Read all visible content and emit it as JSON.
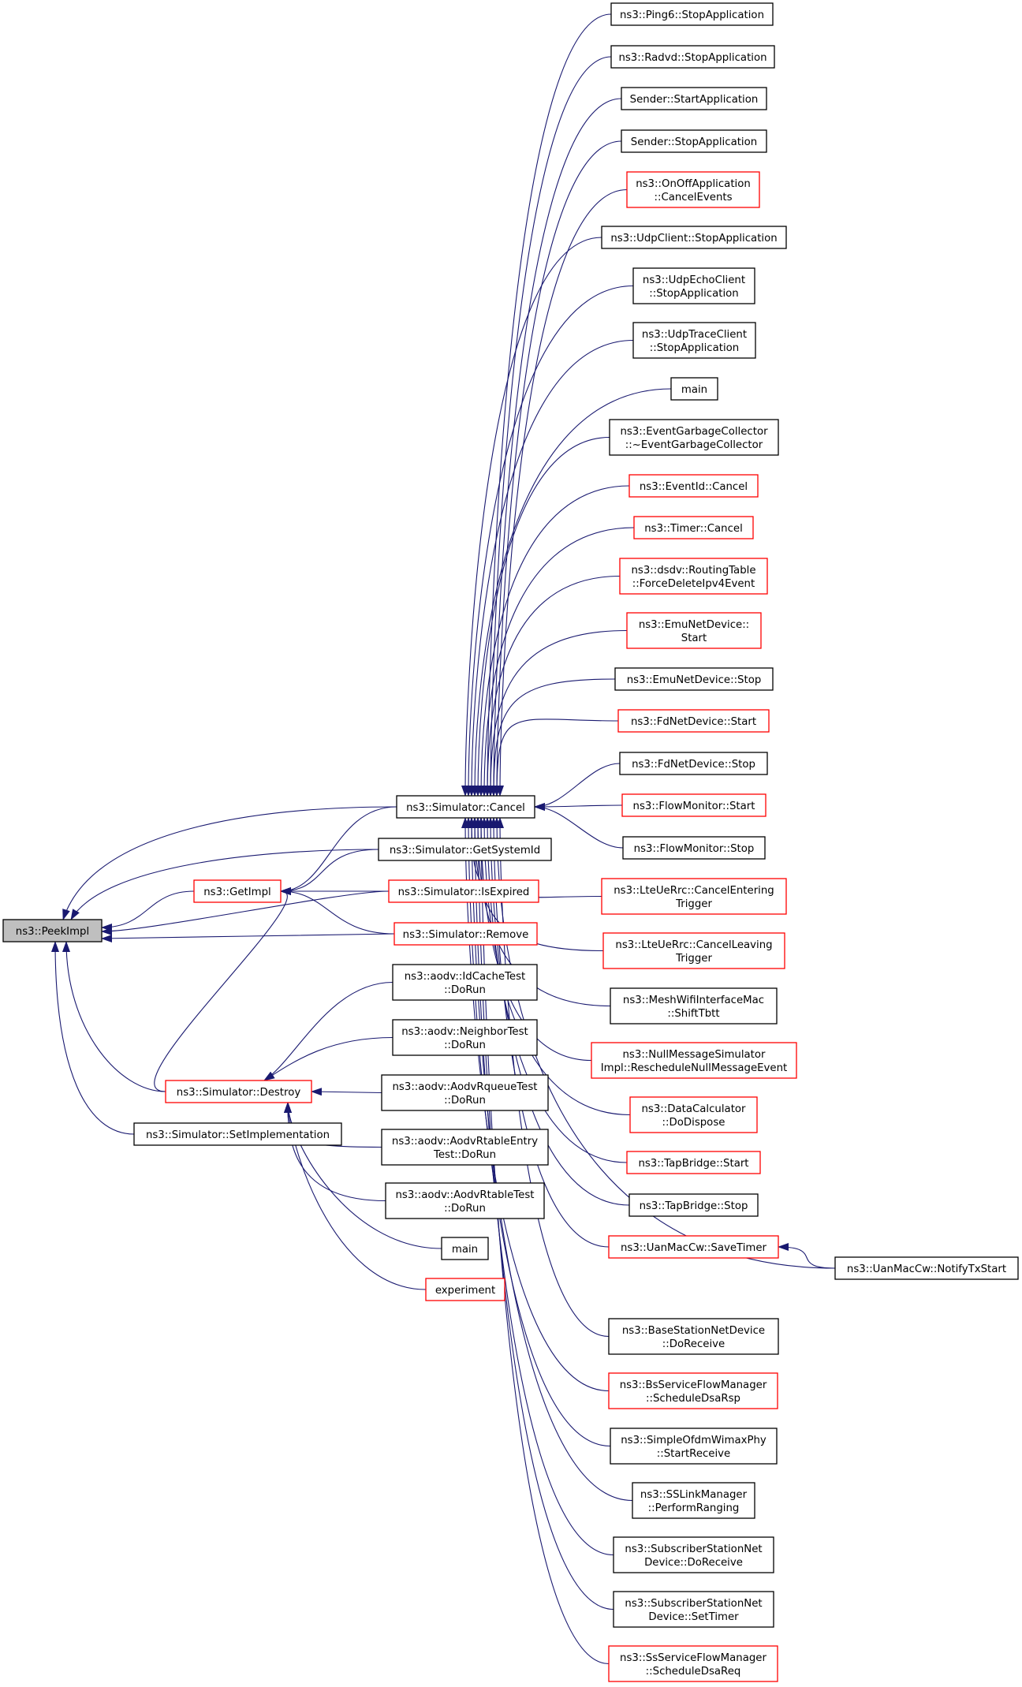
{
  "diagram": {
    "title": "",
    "nodes": {
      "peekimpl": {
        "lines": [
          "ns3::PeekImpl"
        ],
        "style": "root"
      },
      "cancel": {
        "lines": [
          "ns3::Simulator::Cancel"
        ],
        "style": "black"
      },
      "getsystemid": {
        "lines": [
          "ns3::Simulator::GetSystemId"
        ],
        "style": "black"
      },
      "getimpl": {
        "lines": [
          "ns3::GetImpl"
        ],
        "style": "red"
      },
      "isexpired": {
        "lines": [
          "ns3::Simulator::IsExpired"
        ],
        "style": "red"
      },
      "remove": {
        "lines": [
          "ns3::Simulator::Remove"
        ],
        "style": "red"
      },
      "destroy": {
        "lines": [
          "ns3::Simulator::Destroy"
        ],
        "style": "red"
      },
      "setimpl": {
        "lines": [
          "ns3::Simulator::SetImplementation"
        ],
        "style": "black"
      },
      "idcache": {
        "lines": [
          "ns3::aodv::IdCacheTest",
          "::DoRun"
        ],
        "style": "black"
      },
      "neighbor": {
        "lines": [
          "ns3::aodv::NeighborTest",
          "::DoRun"
        ],
        "style": "black"
      },
      "rqueue": {
        "lines": [
          "ns3::aodv::AodvRqueueTest",
          "::DoRun"
        ],
        "style": "black"
      },
      "rtableentry": {
        "lines": [
          "ns3::aodv::AodvRtableEntry",
          "Test::DoRun"
        ],
        "style": "black"
      },
      "rtable": {
        "lines": [
          "ns3::aodv::AodvRtableTest",
          "::DoRun"
        ],
        "style": "black"
      },
      "main2": {
        "lines": [
          "main"
        ],
        "style": "black"
      },
      "experiment": {
        "lines": [
          "experiment"
        ],
        "style": "red"
      },
      "ping6": {
        "lines": [
          "ns3::Ping6::StopApplication"
        ],
        "style": "black"
      },
      "radvd": {
        "lines": [
          "ns3::Radvd::StopApplication"
        ],
        "style": "black"
      },
      "senderstart": {
        "lines": [
          "Sender::StartApplication"
        ],
        "style": "black"
      },
      "senderstop": {
        "lines": [
          "Sender::StopApplication"
        ],
        "style": "black"
      },
      "onoff": {
        "lines": [
          "ns3::OnOffApplication",
          "::CancelEvents"
        ],
        "style": "red"
      },
      "udpclient": {
        "lines": [
          "ns3::UdpClient::StopApplication"
        ],
        "style": "black"
      },
      "udpecho": {
        "lines": [
          "ns3::UdpEchoClient",
          "::StopApplication"
        ],
        "style": "black"
      },
      "udptrace": {
        "lines": [
          "ns3::UdpTraceClient",
          "::StopApplication"
        ],
        "style": "black"
      },
      "main1": {
        "lines": [
          "main"
        ],
        "style": "black"
      },
      "egc": {
        "lines": [
          "ns3::EventGarbageCollector",
          "::~EventGarbageCollector"
        ],
        "style": "black"
      },
      "eventid": {
        "lines": [
          "ns3::EventId::Cancel"
        ],
        "style": "red"
      },
      "timer": {
        "lines": [
          "ns3::Timer::Cancel"
        ],
        "style": "red"
      },
      "dsdv": {
        "lines": [
          "ns3::dsdv::RoutingTable",
          "::ForceDeleteIpv4Event"
        ],
        "style": "red"
      },
      "emustart": {
        "lines": [
          "ns3::EmuNetDevice::",
          "Start"
        ],
        "style": "red"
      },
      "emustop": {
        "lines": [
          "ns3::EmuNetDevice::Stop"
        ],
        "style": "black"
      },
      "fdstart": {
        "lines": [
          "ns3::FdNetDevice::Start"
        ],
        "style": "red"
      },
      "fdstop": {
        "lines": [
          "ns3::FdNetDevice::Stop"
        ],
        "style": "black"
      },
      "fmstart": {
        "lines": [
          "ns3::FlowMonitor::Start"
        ],
        "style": "red"
      },
      "fmstop": {
        "lines": [
          "ns3::FlowMonitor::Stop"
        ],
        "style": "black"
      },
      "lteenter": {
        "lines": [
          "ns3::LteUeRrc::CancelEntering",
          "Trigger"
        ],
        "style": "red"
      },
      "lteleave": {
        "lines": [
          "ns3::LteUeRrc::CancelLeaving",
          "Trigger"
        ],
        "style": "red"
      },
      "meshwifi": {
        "lines": [
          "ns3::MeshWifiInterfaceMac",
          "::ShiftTbtt"
        ],
        "style": "black"
      },
      "nullmsg": {
        "lines": [
          "ns3::NullMessageSimulator",
          "Impl::RescheduleNullMessageEvent"
        ],
        "style": "red"
      },
      "datacalc": {
        "lines": [
          "ns3::DataCalculator",
          "::DoDispose"
        ],
        "style": "red"
      },
      "tapstart": {
        "lines": [
          "ns3::TapBridge::Start"
        ],
        "style": "red"
      },
      "tapstop": {
        "lines": [
          "ns3::TapBridge::Stop"
        ],
        "style": "black"
      },
      "uansave": {
        "lines": [
          "ns3::UanMacCw::SaveTimer"
        ],
        "style": "red"
      },
      "uannotify": {
        "lines": [
          "ns3::UanMacCw::NotifyTxStart"
        ],
        "style": "black"
      },
      "bsnet": {
        "lines": [
          "ns3::BaseStationNetDevice",
          "::DoReceive"
        ],
        "style": "black"
      },
      "bsflow": {
        "lines": [
          "ns3::BsServiceFlowManager",
          "::ScheduleDsaRsp"
        ],
        "style": "red"
      },
      "ofdm": {
        "lines": [
          "ns3::SimpleOfdmWimaxPhy",
          "::StartReceive"
        ],
        "style": "black"
      },
      "sslink": {
        "lines": [
          "ns3::SSLinkManager",
          "::PerformRanging"
        ],
        "style": "black"
      },
      "ssrecv": {
        "lines": [
          "ns3::SubscriberStationNet",
          "Device::DoReceive"
        ],
        "style": "black"
      },
      "sstimer": {
        "lines": [
          "ns3::SubscriberStationNet",
          "Device::SetTimer"
        ],
        "style": "black"
      },
      "ssflow": {
        "lines": [
          "ns3::SsServiceFlowManager",
          "::ScheduleDsaReq"
        ],
        "style": "red"
      }
    },
    "edges": [
      [
        "cancel",
        "peekimpl"
      ],
      [
        "getsystemid",
        "peekimpl"
      ],
      [
        "getimpl",
        "peekimpl"
      ],
      [
        "isexpired",
        "peekimpl"
      ],
      [
        "remove",
        "peekimpl"
      ],
      [
        "destroy",
        "peekimpl"
      ],
      [
        "setimpl",
        "peekimpl"
      ],
      [
        "cancel",
        "getimpl"
      ],
      [
        "getsystemid",
        "getimpl"
      ],
      [
        "isexpired",
        "getimpl"
      ],
      [
        "remove",
        "getimpl"
      ],
      [
        "destroy",
        "getimpl"
      ],
      [
        "idcache",
        "destroy"
      ],
      [
        "neighbor",
        "destroy"
      ],
      [
        "rqueue",
        "destroy"
      ],
      [
        "rtableentry",
        "destroy"
      ],
      [
        "rtable",
        "destroy"
      ],
      [
        "main2",
        "destroy"
      ],
      [
        "experiment",
        "destroy"
      ],
      [
        "ping6",
        "cancel"
      ],
      [
        "radvd",
        "cancel"
      ],
      [
        "senderstart",
        "cancel"
      ],
      [
        "senderstop",
        "cancel"
      ],
      [
        "onoff",
        "cancel"
      ],
      [
        "udpclient",
        "cancel"
      ],
      [
        "udpecho",
        "cancel"
      ],
      [
        "udptrace",
        "cancel"
      ],
      [
        "main1",
        "cancel"
      ],
      [
        "egc",
        "cancel"
      ],
      [
        "eventid",
        "cancel"
      ],
      [
        "timer",
        "cancel"
      ],
      [
        "dsdv",
        "cancel"
      ],
      [
        "emustart",
        "cancel"
      ],
      [
        "emustop",
        "cancel"
      ],
      [
        "fdstart",
        "cancel"
      ],
      [
        "fdstop",
        "cancel"
      ],
      [
        "fmstart",
        "cancel"
      ],
      [
        "fmstop",
        "cancel"
      ],
      [
        "lteenter",
        "cancel"
      ],
      [
        "lteleave",
        "cancel"
      ],
      [
        "meshwifi",
        "cancel"
      ],
      [
        "nullmsg",
        "cancel"
      ],
      [
        "datacalc",
        "cancel"
      ],
      [
        "tapstart",
        "cancel"
      ],
      [
        "tapstop",
        "cancel"
      ],
      [
        "uansave",
        "cancel"
      ],
      [
        "uannotify",
        "cancel"
      ],
      [
        "bsnet",
        "cancel"
      ],
      [
        "bsflow",
        "cancel"
      ],
      [
        "ofdm",
        "cancel"
      ],
      [
        "sslink",
        "cancel"
      ],
      [
        "ssrecv",
        "cancel"
      ],
      [
        "sstimer",
        "cancel"
      ],
      [
        "ssflow",
        "cancel"
      ],
      [
        "uannotify",
        "uansave"
      ]
    ]
  }
}
